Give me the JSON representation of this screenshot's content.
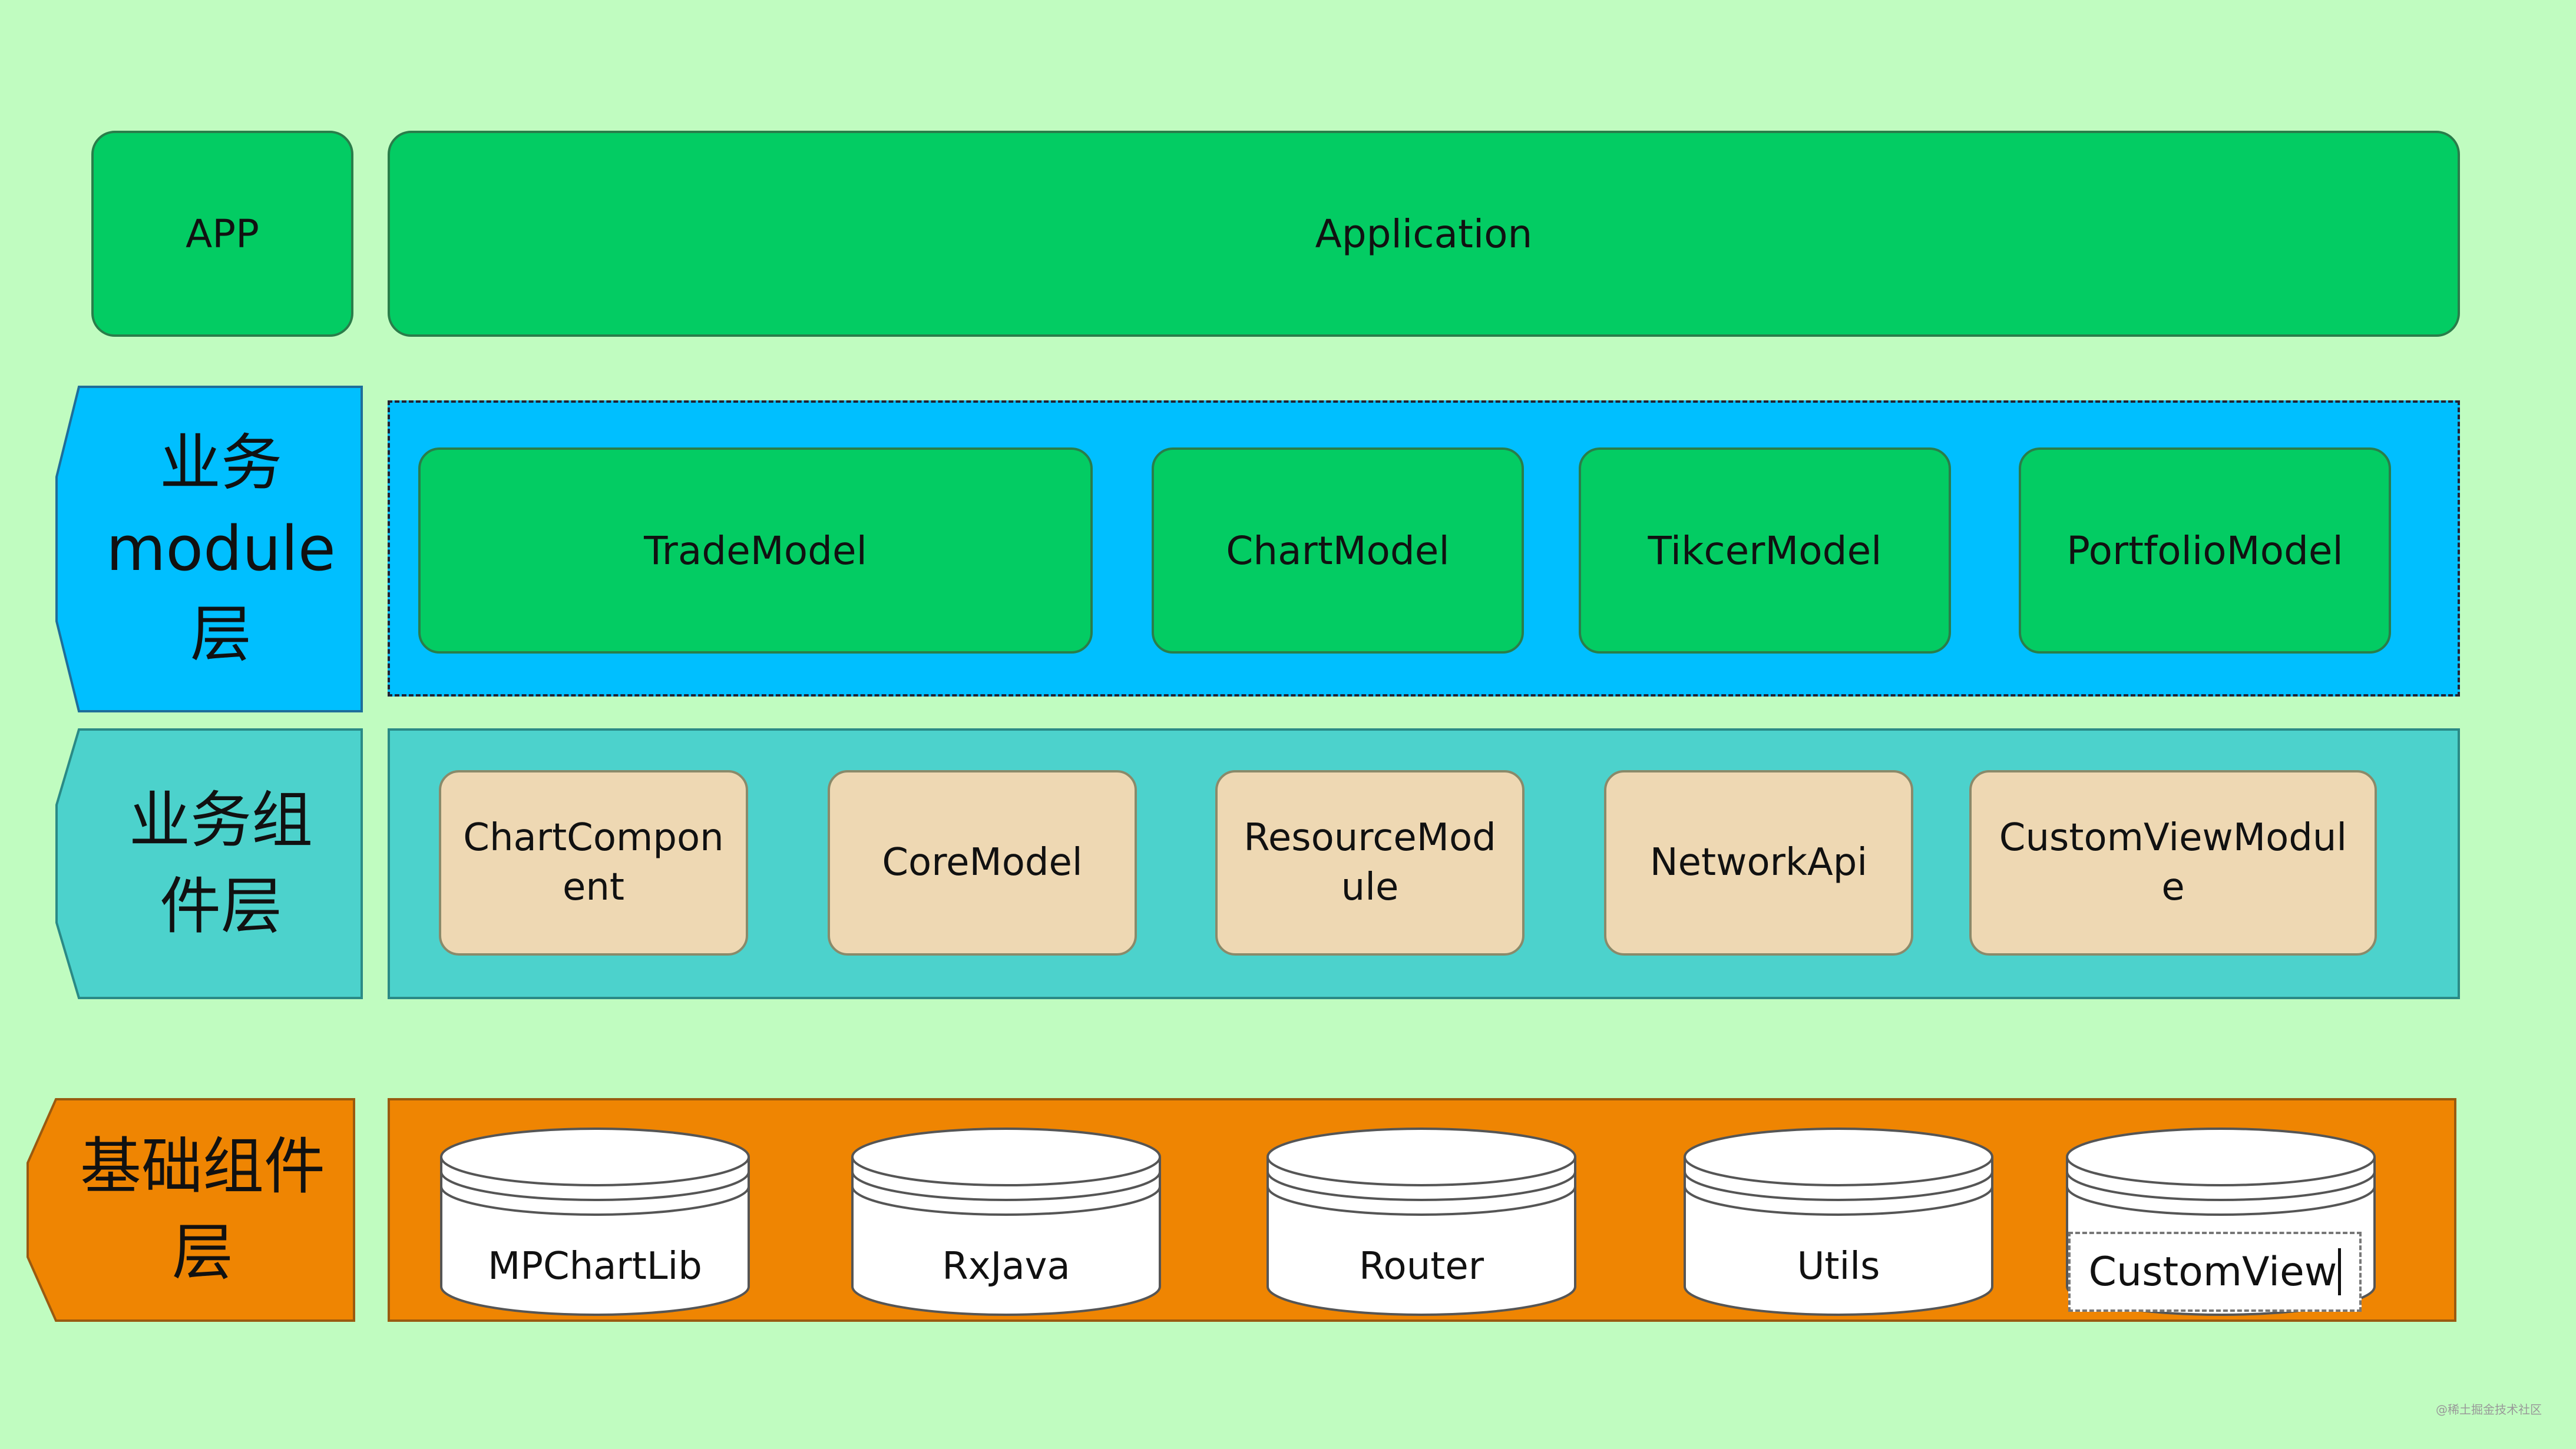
{
  "app": {
    "label": "APP",
    "application": "Application"
  },
  "business_module_layer": {
    "label": "业务\nmodule\n层",
    "modules": [
      "TradeModel",
      "ChartModel",
      "TikcerModel",
      "PortfolioModel"
    ]
  },
  "business_component_layer": {
    "label": "业务组\n件层",
    "components": [
      "ChartCompon\nent",
      "CoreModel",
      "ResourceMod\nule",
      "NetworkApi",
      "CustomViewModul\ne"
    ]
  },
  "base_component_layer": {
    "label": "基础组件\n层",
    "libraries": [
      "MPChartLib",
      "RxJava",
      "Router",
      "Utils",
      "CustomView"
    ]
  },
  "colors": {
    "background": "#c0fcc0",
    "green": "#03cc63",
    "blue": "#00bfff",
    "teal": "#4cd2cc",
    "orange": "#ef8502",
    "tan": "#eed8b3"
  },
  "watermark": "@稀土掘金技术社区"
}
